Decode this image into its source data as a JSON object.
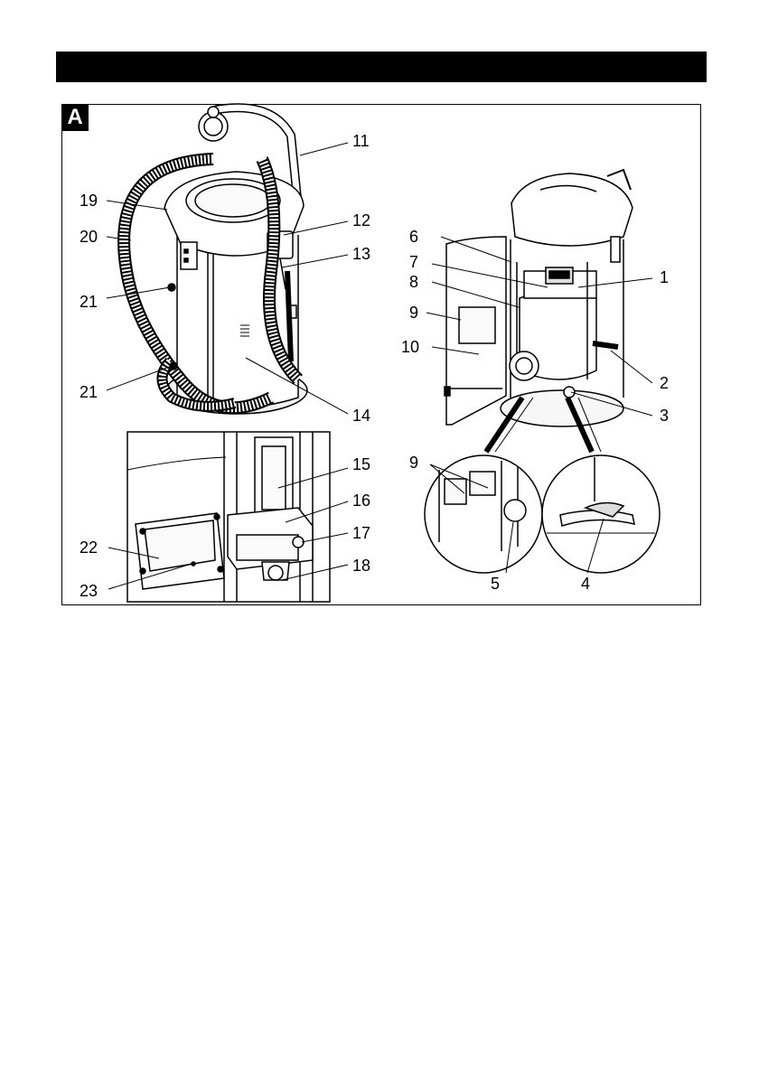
{
  "figure": {
    "letter": "A"
  },
  "callouts": {
    "c1": "1",
    "c2": "2",
    "c3": "3",
    "c4": "4",
    "c5": "5",
    "c6": "6",
    "c7": "7",
    "c8": "8",
    "c9a": "9",
    "c9b": "9",
    "c10": "10",
    "c11": "11",
    "c12": "12",
    "c13": "13",
    "c14": "14",
    "c15": "15",
    "c16": "16",
    "c17": "17",
    "c18": "18",
    "c19": "19",
    "c20": "20",
    "c21a": "21",
    "c21b": "21",
    "c22": "22",
    "c23": "23"
  }
}
